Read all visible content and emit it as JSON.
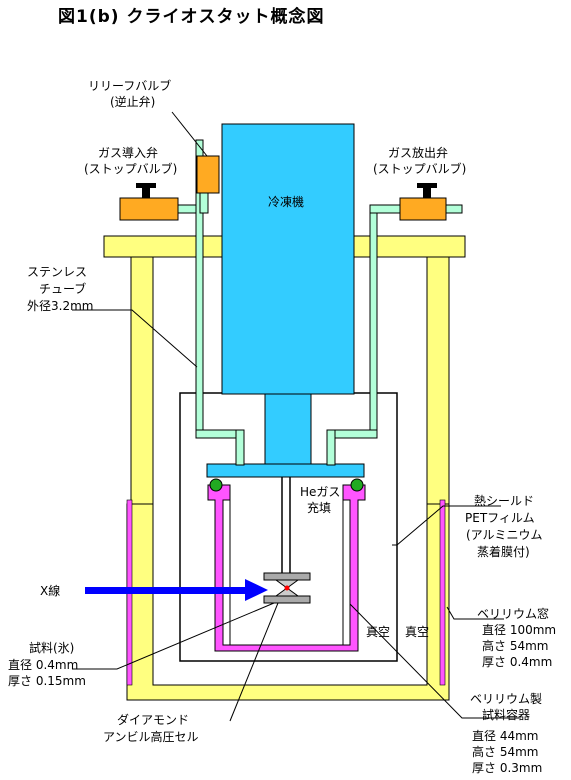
{
  "title": "図1(b) クライオスタット概念図",
  "colors": {
    "frame": "#ffff80",
    "cooler": "#33ccff",
    "valve": "#ffaa22",
    "tube": "#b3ffd9",
    "magenta": "#ff55ff",
    "blue_arrow": "#0000ff",
    "orings": "#22aa22",
    "diamond_anvil": "#aaaaaa"
  },
  "labels": {
    "relief_valve": [
      "リリーフバルブ",
      "(逆止弁)"
    ],
    "gas_inlet": [
      "ガス導入弁",
      "(ストップバルブ)"
    ],
    "gas_outlet": [
      "ガス放出弁",
      "(ストップバルブ)"
    ],
    "refrigerator": "冷凍機",
    "stainless_tube": [
      "ステンレス",
      "チューブ",
      "外径3.2mm"
    ],
    "he_gas": [
      "Heガス",
      "充填"
    ],
    "heat_shield": [
      "熱シールド",
      "PETフィルム",
      "(アルミニウム",
      "蒸着膜付)"
    ],
    "xray": "X線",
    "vacuum_inner": "真空",
    "vacuum_outer": "真空",
    "be_window": [
      "ベリリウム窓",
      "直径 100mm",
      "高さ 54mm",
      "厚さ 0.4mm"
    ],
    "sample": [
      "試料(氷)",
      "直径 0.4mm",
      "厚さ 0.15mm"
    ],
    "be_container": [
      "ベリリウム製",
      "試料容器",
      "直径 44mm",
      "高さ 54mm",
      "厚さ 0.3mm"
    ],
    "dac": [
      "ダイアモンド",
      "アンビル高圧セル"
    ]
  }
}
